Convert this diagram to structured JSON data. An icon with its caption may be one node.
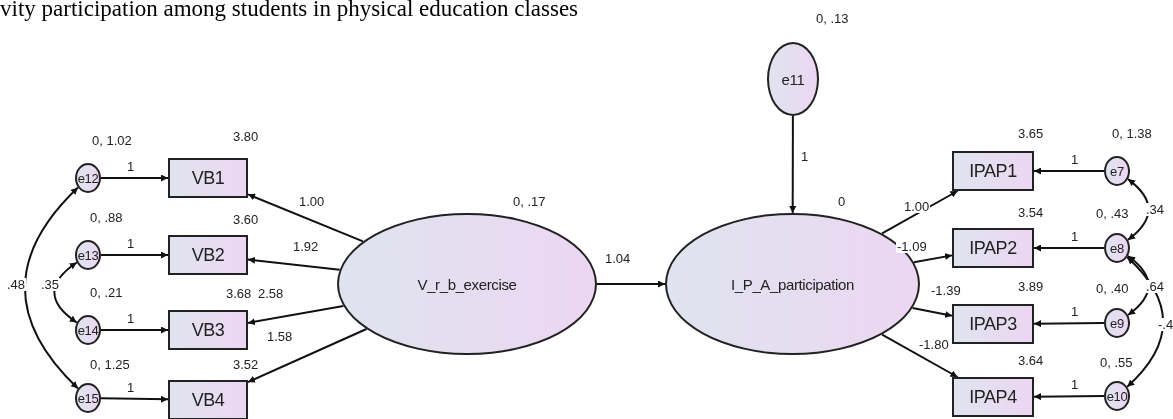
{
  "diagram": {
    "nodes": [
      {
        "text": [
          "e12"
        ],
        "beside": [
          "0, 1.02"
        ]
      },
      {
        "text": [
          "e13"
        ],
        "beside": [
          "0, .88"
        ]
      },
      {
        "text": [
          "e14"
        ],
        "beside": [
          "0, .21"
        ]
      },
      {
        "text": [
          "e15"
        ],
        "beside": [
          "0, 1.25"
        ]
      },
      {
        "text": [
          "VB1"
        ],
        "beside": [
          "3.80"
        ]
      },
      {
        "text": [
          "VB2"
        ],
        "beside": [
          "3.60"
        ]
      },
      {
        "text": [
          "VB3"
        ],
        "beside": [
          "3.68"
        ]
      },
      {
        "text": [
          "VB4"
        ],
        "beside": [
          "3.52"
        ]
      },
      {
        "text": [
          "V_r_b_exercise"
        ],
        "beside": [
          "0, .17"
        ]
      },
      {
        "text": [
          "I_P_A_participation"
        ],
        "beside": [
          "0"
        ]
      },
      {
        "text": [
          "e11"
        ],
        "beside": [
          "0, .13"
        ]
      },
      {
        "text": [
          "IPAP1"
        ],
        "beside": [
          "3.65"
        ]
      },
      {
        "text": [
          "IPAP2"
        ],
        "beside": [
          "3.54"
        ]
      },
      {
        "text": [
          "IPAP3"
        ],
        "beside": [
          "3.89"
        ]
      },
      {
        "text": [
          "IPAP4"
        ],
        "beside": [
          "3.64"
        ]
      },
      {
        "text": [
          "e7"
        ],
        "beside": [
          "0, 1.38"
        ]
      },
      {
        "text": [
          "e8"
        ],
        "beside": [
          "0, .43"
        ]
      },
      {
        "text": [
          "e9"
        ],
        "beside": [
          "0, .40"
        ]
      },
      {
        "text": [
          "e10"
        ],
        "beside": [
          "0, .55"
        ]
      }
    ],
    "edges": [
      {
        "from": 0,
        "to": 4,
        "arrow": "to",
        "label": "1"
      },
      {
        "from": 1,
        "to": 5,
        "arrow": "to",
        "label": "1"
      },
      {
        "from": 2,
        "to": 6,
        "arrow": "to",
        "label": "1"
      },
      {
        "from": 3,
        "to": 7,
        "arrow": "to",
        "label": "1"
      },
      {
        "from": 8,
        "to": 4,
        "arrow": "to",
        "label": "1.00"
      },
      {
        "from": 8,
        "to": 5,
        "arrow": "to",
        "label": "1.92"
      },
      {
        "from": 8,
        "to": 6,
        "arrow": "to",
        "label": "2.58"
      },
      {
        "from": 8,
        "to": 7,
        "arrow": "to",
        "label": "1.58"
      },
      {
        "from": 8,
        "to": 9,
        "arrow": "to",
        "label": "1.04"
      },
      {
        "from": 10,
        "to": 9,
        "arrow": "to",
        "label": "1"
      },
      {
        "from": 9,
        "to": 11,
        "arrow": "to",
        "label": "1.00"
      },
      {
        "from": 9,
        "to": 12,
        "arrow": "to",
        "label": "-1.09"
      },
      {
        "from": 9,
        "to": 13,
        "arrow": "to",
        "label": "-1.39"
      },
      {
        "from": 9,
        "to": 14,
        "arrow": "to",
        "label": "-1.80"
      },
      {
        "from": 15,
        "to": 11,
        "arrow": "to",
        "label": "1"
      },
      {
        "from": 16,
        "to": 12,
        "arrow": "to",
        "label": "1"
      },
      {
        "from": 17,
        "to": 13,
        "arrow": "to",
        "label": "1"
      },
      {
        "from": 18,
        "to": 14,
        "arrow": "to",
        "label": "1"
      },
      {
        "from": 0,
        "to": 3,
        "arrow": "both",
        "label": ".48"
      },
      {
        "from": 1,
        "to": 2,
        "arrow": "both",
        "label": ".35"
      },
      {
        "from": 15,
        "to": 16,
        "arrow": "both",
        "label": ".34"
      },
      {
        "from": 16,
        "to": 17,
        "arrow": "both",
        "label": ".64"
      },
      {
        "from": 16,
        "to": 18,
        "arrow": "both",
        "label": "-.4"
      }
    ],
    "labels": [
      "vity participation among students in physical education classes"
    ]
  }
}
